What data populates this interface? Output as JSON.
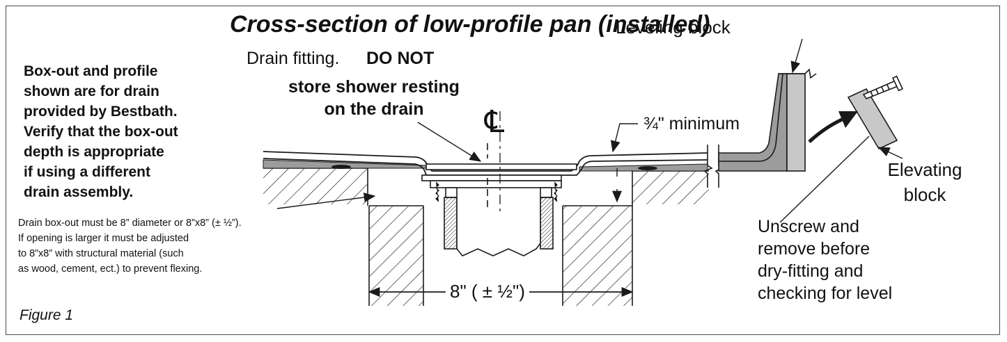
{
  "title": "Cross-section of low-profile pan (installed)",
  "labels": {
    "leveling_block": "Leveling block",
    "note": "Box-out and profile\nshown are for drain\nprovided by Bestbath.\nVerify that the box-out\ndepth is appropriate\nif using a different\ndrain assembly.",
    "drain_fitting": "Drain fitting.",
    "do_not_1": "DO NOT",
    "do_not_2": "store shower resting\non the drain",
    "centerline": "℄",
    "minimum": "¾\" minimum",
    "boxout_note": "Drain box-out must be 8” diameter or 8”x8” (± ½”).\nIf opening is larger it must be adjusted\nto 8”x8” with structural material (such\nas wood, cement, ect.) to prevent flexing.",
    "elevating_block": "Elevating\nblock",
    "unscrew": "Unscrew and\nremove before\ndry-fitting and\nchecking for level",
    "dimension": "8\" ( ± ½\")",
    "figure": "Figure 1"
  },
  "colors": {
    "line": "#1a1a1a",
    "gray": "#9c9c9c",
    "light_gray": "#c8c8c8"
  }
}
